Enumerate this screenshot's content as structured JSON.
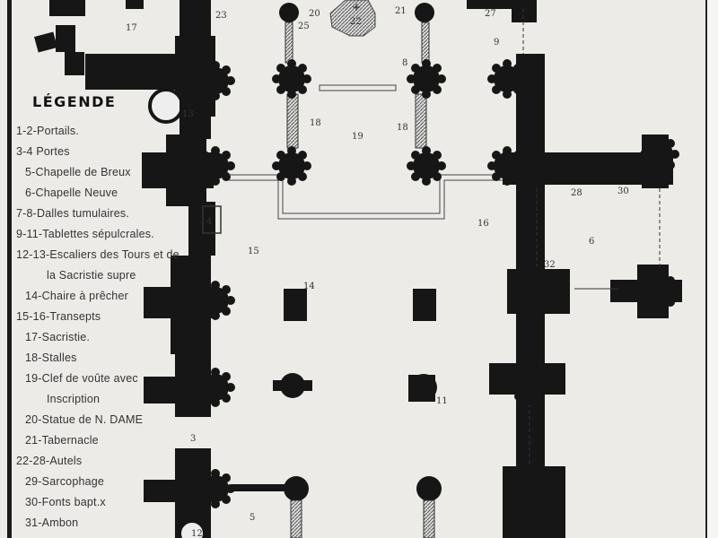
{
  "legend": {
    "title": "LÉGENDE",
    "items": [
      "1-2-Portails.",
      "3-4 Portes",
      "5-Chapelle de Breux",
      "6-Chapelle Neuve",
      "7-8-Dalles tumulaires.",
      "9-11-Tablettes sépulcrales.",
      "12-13-Escaliers des Tours et de",
      "la Sacristie supre",
      "14-Chaire à prêcher",
      "15-16-Transepts",
      "17-Sacristie.",
      "18-Stalles",
      "19-Clef de voûte avec",
      "Inscription",
      "20-Statue de N. DAME",
      "21-Tabernacle",
      "22-28-Autels",
      "29-Sarcophage",
      "30-Fonts bapt.x",
      "31-Ambon"
    ]
  },
  "plan_labels": {
    "l17": "17",
    "l23": "23",
    "l20": "20",
    "l22": "22",
    "l21": "21",
    "l27": "27",
    "l9": "9",
    "l8": "8",
    "l13": "13",
    "l18a": "18",
    "l19": "19",
    "l18b": "18",
    "l16": "16",
    "l28": "28",
    "l30": "30",
    "l4": "4",
    "l15": "15",
    "l6": "6",
    "l32": "32",
    "l14": "14",
    "l11": "11",
    "l5": "5",
    "l25": "25",
    "l12": "12",
    "l3": "3"
  },
  "colors": {
    "ink": "#161616",
    "paper": "#ecebe8"
  }
}
